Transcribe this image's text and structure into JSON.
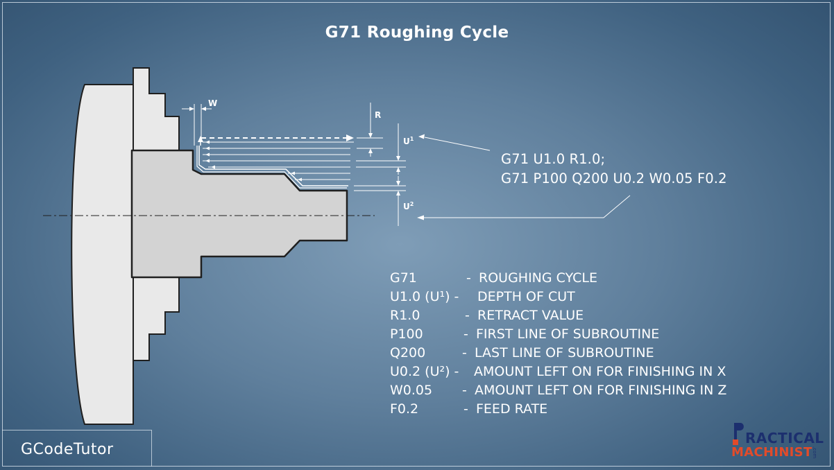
{
  "title": "G71 Roughing Cycle",
  "labels": {
    "w": "W",
    "r": "R",
    "u": "U",
    "u1_sup": "1",
    "u2_sup": "2"
  },
  "code": {
    "line1": "G71 U1.0 R1.0;",
    "line2": "G71 P100 Q200 U0.2 W0.05 F0.2"
  },
  "legend": [
    {
      "code": "G71",
      "desc": "ROUGHING CYCLE"
    },
    {
      "code": "U1.0  (U¹) -",
      "desc": "DEPTH OF CUT"
    },
    {
      "code": "R1.0",
      "desc": "RETRACT VALUE"
    },
    {
      "code": "P100",
      "desc": "FIRST LINE OF SUBROUTINE"
    },
    {
      "code": "Q200",
      "desc": "LAST LINE OF SUBROUTINE"
    },
    {
      "code": "U0.2  (U²) -",
      "desc": "AMOUNT LEFT ON FOR FINISHING IN X"
    },
    {
      "code": "W0.05",
      "desc": "AMOUNT LEFT ON FOR FINISHING IN Z"
    },
    {
      "code": "F0.2",
      "desc": "FEED RATE"
    }
  ],
  "legend_separator": "-",
  "brand": "GCodeTutor",
  "logo": {
    "line1": "RACTICAL",
    "line2": "MACHINIST",
    "suffix": ".com"
  },
  "colors": {
    "background": "#5f7f9c",
    "chuck_fill": "#e9e9e9",
    "part_fill": "#d3d3d3",
    "outline": "#1f1f1f",
    "annotation": "#ffffff",
    "logo_blue": "#1c2f6e",
    "logo_orange": "#e24b2a"
  }
}
